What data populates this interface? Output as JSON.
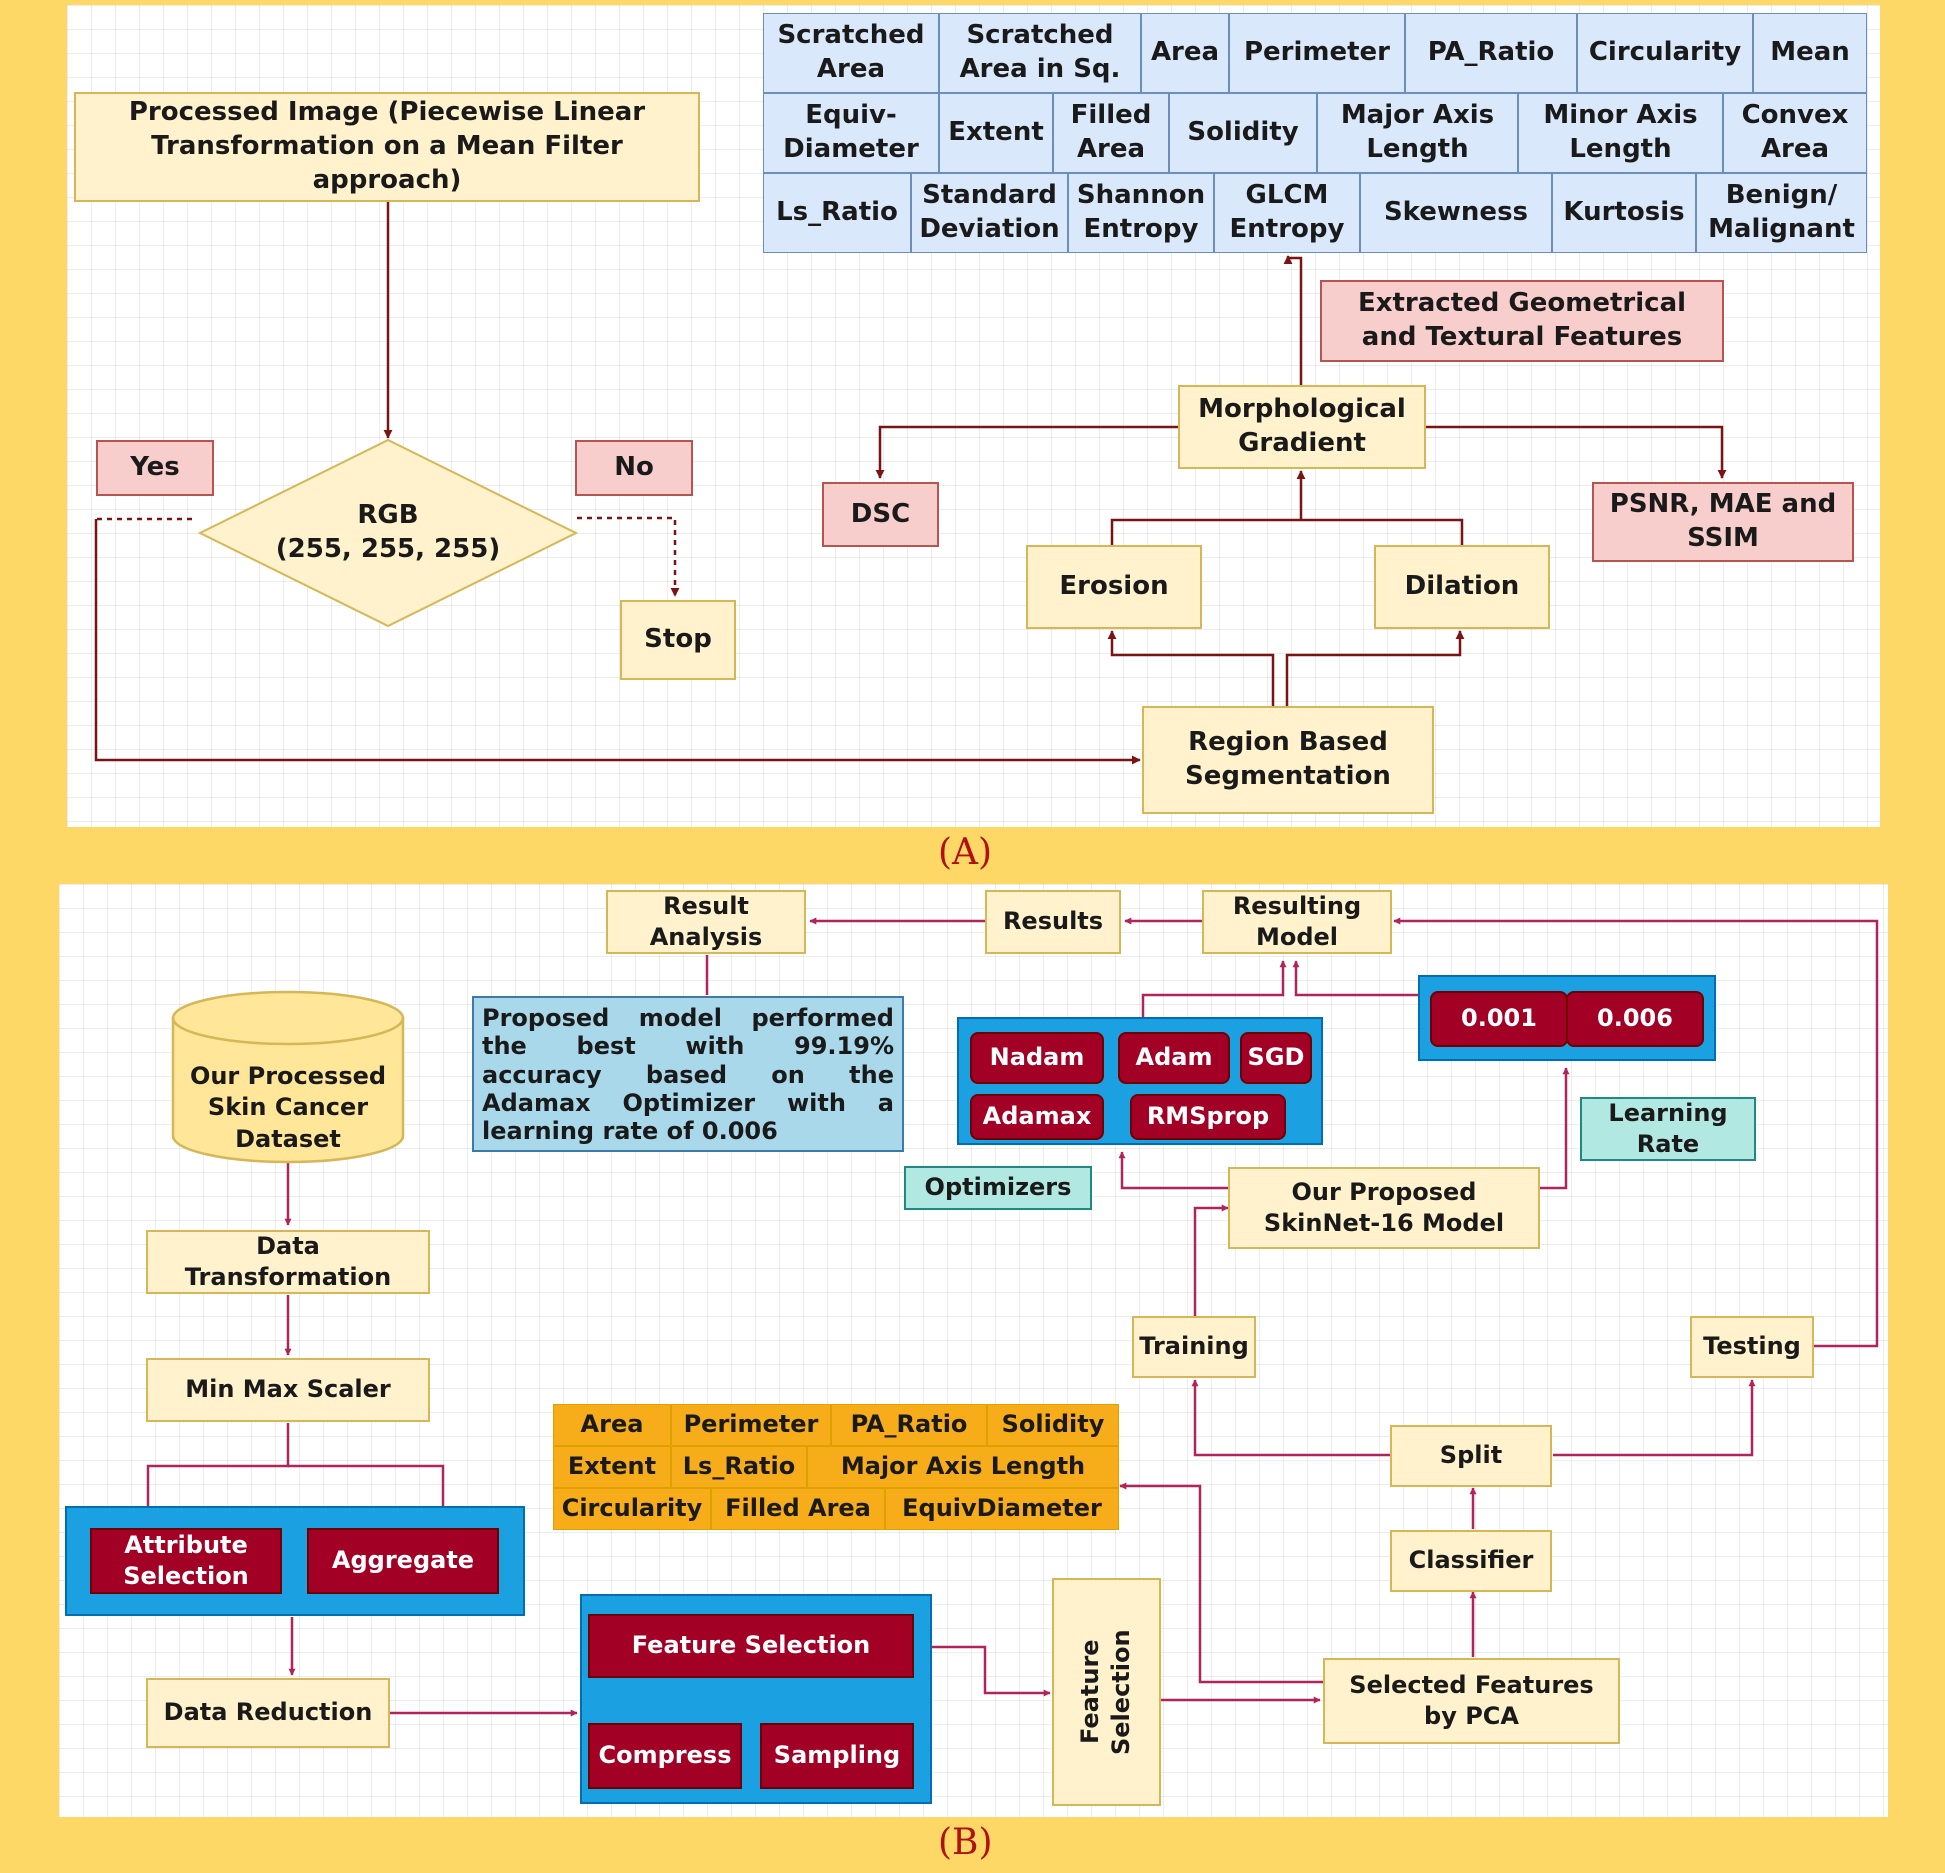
{
  "panel_a": {
    "caption": "(A)",
    "processed_image": "Processed Image (Piecewise Linear Transformation on a Mean Filter approach)",
    "decision": "RGB\n(255, 255, 255)",
    "yes": "Yes",
    "no": "No",
    "stop": "Stop",
    "region_segmentation": "Region Based\nSegmentation",
    "erosion": "Erosion",
    "dilation": "Dilation",
    "morph_gradient": "Morphological\nGradient",
    "dsc": "DSC",
    "psnr": "PSNR, MAE and\nSSIM",
    "extracted_features": "Extracted Geometrical\nand Textural Features",
    "feature_table": [
      [
        "Scratched\nArea",
        "Scratched\nArea in Sq.",
        "Area",
        "Perimeter",
        "PA_Ratio",
        "Circularity",
        "Mean"
      ],
      [
        "Equiv-\nDiameter",
        "Extent",
        "Filled\nArea",
        "Solidity",
        "Major Axis\nLength",
        "Minor Axis\nLength",
        "Convex\nArea"
      ],
      [
        "Ls_Ratio",
        "Standard\nDeviation",
        "Shannon\nEntropy",
        "GLCM\nEntropy",
        "Skewness",
        "Kurtosis",
        "Benign/\nMalignant"
      ]
    ]
  },
  "panel_b": {
    "caption": "(B)",
    "dataset": "Our Processed\nSkin Cancer\nDataset",
    "data_transformation": "Data\nTransformation",
    "min_max": "Min Max Scaler",
    "attribute_selection": "Attribute\nSelection",
    "aggregate": "Aggregate",
    "data_reduction": "Data Reduction",
    "feature_selection_inner": "Feature Selection",
    "compress": "Compress",
    "sampling": "Sampling",
    "feature_selection_vertical": "Feature Selection",
    "selected_features": "Selected Features\nby PCA",
    "classifier": "Classifier",
    "split": "Split",
    "training": "Training",
    "testing": "Testing",
    "proposed_model": "Our Proposed\nSkinNet-16 Model",
    "optimizers_label": "Optimizers",
    "optimizers": [
      "Nadam",
      "Adam",
      "SGD",
      "Adamax",
      "RMSprop"
    ],
    "learning_rate_label": "Learning\nRate",
    "learning_rates": [
      "0.001",
      "0.006"
    ],
    "resulting_model": "Resulting\nModel",
    "results": "Results",
    "result_analysis": "Result\nAnalysis",
    "note": "Proposed model performed the best with 99.19% accuracy based on the Adamax Optimizer with a learning rate of 0.006",
    "selected_feature_table": [
      [
        "Area",
        "Perimeter",
        "PA_Ratio",
        "Solidity"
      ],
      [
        "Extent",
        "Ls_Ratio",
        "Major Axis Length"
      ],
      [
        "Circularity",
        "Filled Area",
        "EquivDiameter"
      ]
    ]
  }
}
